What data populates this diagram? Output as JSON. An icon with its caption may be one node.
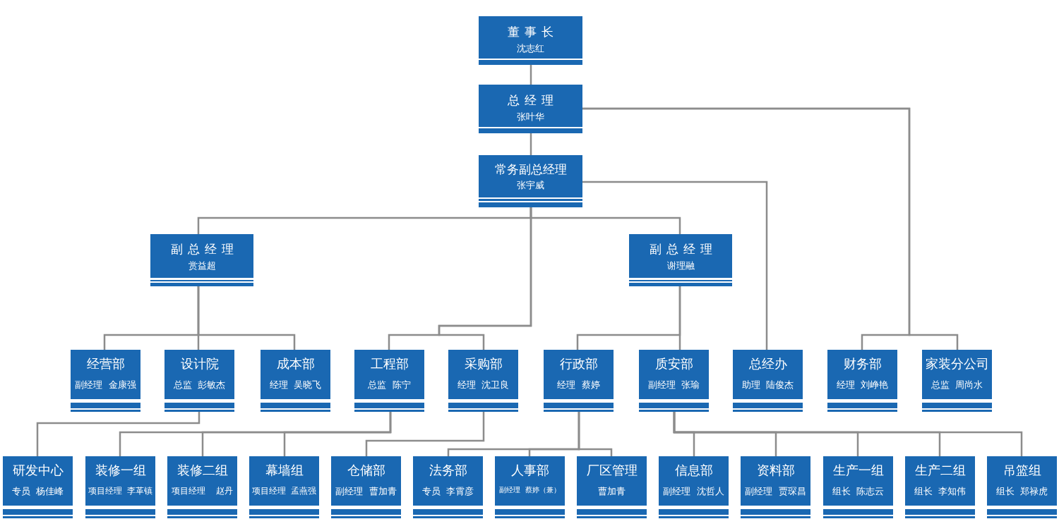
{
  "diagram": {
    "nodes": [
      {
        "text": [
          "董事长",
          "沈志红"
        ]
      },
      {
        "text": [
          "总经理",
          "张叶华"
        ]
      },
      {
        "text": [
          "常务副总经理",
          "张宇威"
        ]
      },
      {
        "text": [
          "副总经理",
          "赏益超"
        ]
      },
      {
        "text": [
          "副总经理",
          "谢理融"
        ]
      },
      {
        "text": [
          "经营部",
          "副经理  金康强"
        ]
      },
      {
        "text": [
          "设计院",
          "总监  彭敏杰"
        ]
      },
      {
        "text": [
          "成本部",
          "经理  吴晓飞"
        ]
      },
      {
        "text": [
          "工程部",
          "总监  陈宁"
        ]
      },
      {
        "text": [
          "采购部",
          "经理  沈卫良"
        ]
      },
      {
        "text": [
          "行政部",
          "经理  蔡婷"
        ]
      },
      {
        "text": [
          "质安部",
          "副经理  张瑜"
        ]
      },
      {
        "text": [
          "总经办",
          "助理  陆俊杰"
        ]
      },
      {
        "text": [
          "财务部",
          "经理  刘峥艳"
        ]
      },
      {
        "text": [
          "家装分公司",
          "总监  周尚水"
        ]
      },
      {
        "text": [
          "研发中心",
          "专员  杨佳峰"
        ]
      },
      {
        "text": [
          "装修一组",
          "项目经理  李革镇"
        ]
      },
      {
        "text": [
          "装修二组",
          "项目经理    赵丹"
        ]
      },
      {
        "text": [
          "幕墙组",
          "项目经理  孟燕强"
        ]
      },
      {
        "text": [
          "仓储部",
          "副经理  曹加青"
        ]
      },
      {
        "text": [
          "法务部",
          "专员  李霄彦"
        ]
      },
      {
        "text": [
          "人事部",
          "副经理  蔡婷（兼）"
        ]
      },
      {
        "text": [
          "厂区管理",
          "曹加青"
        ]
      },
      {
        "text": [
          "信息部",
          "副经理  沈哲人"
        ]
      },
      {
        "text": [
          "资料部",
          "副经理  贾琛昌"
        ]
      },
      {
        "text": [
          "生产一组",
          "组长  陈志云"
        ]
      },
      {
        "text": [
          "生产二组",
          "组长  李知伟"
        ]
      },
      {
        "text": [
          "吊篮组",
          "组长  郑禄虎"
        ]
      }
    ],
    "edges": [
      {
        "from": 0,
        "to": 1,
        "arrow": "none"
      },
      {
        "from": 1,
        "to": 2,
        "arrow": "none"
      },
      {
        "from": 1,
        "to": 13,
        "arrow": "none"
      },
      {
        "from": 1,
        "to": 14,
        "arrow": "none"
      },
      {
        "from": 2,
        "to": 3,
        "arrow": "none"
      },
      {
        "from": 2,
        "to": 4,
        "arrow": "none"
      },
      {
        "from": 2,
        "to": 8,
        "arrow": "none"
      },
      {
        "from": 2,
        "to": 9,
        "arrow": "none"
      },
      {
        "from": 2,
        "to": 12,
        "arrow": "none"
      },
      {
        "from": 3,
        "to": 5,
        "arrow": "none"
      },
      {
        "from": 3,
        "to": 6,
        "arrow": "none"
      },
      {
        "from": 3,
        "to": 7,
        "arrow": "none"
      },
      {
        "from": 4,
        "to": 10,
        "arrow": "none"
      },
      {
        "from": 4,
        "to": 11,
        "arrow": "none"
      },
      {
        "from": 6,
        "to": 15,
        "arrow": "none"
      },
      {
        "from": 8,
        "to": 16,
        "arrow": "none"
      },
      {
        "from": 8,
        "to": 17,
        "arrow": "none"
      },
      {
        "from": 8,
        "to": 18,
        "arrow": "none"
      },
      {
        "from": 9,
        "to": 19,
        "arrow": "none"
      },
      {
        "from": 10,
        "to": 20,
        "arrow": "none"
      },
      {
        "from": 10,
        "to": 21,
        "arrow": "none"
      },
      {
        "from": 10,
        "to": 22,
        "arrow": "none"
      },
      {
        "from": 11,
        "to": 23,
        "arrow": "none"
      },
      {
        "from": 11,
        "to": 24,
        "arrow": "none"
      },
      {
        "from": 11,
        "to": 25,
        "arrow": "none"
      },
      {
        "from": 11,
        "to": 26,
        "arrow": "none"
      },
      {
        "from": 11,
        "to": 27,
        "arrow": "none"
      }
    ]
  }
}
